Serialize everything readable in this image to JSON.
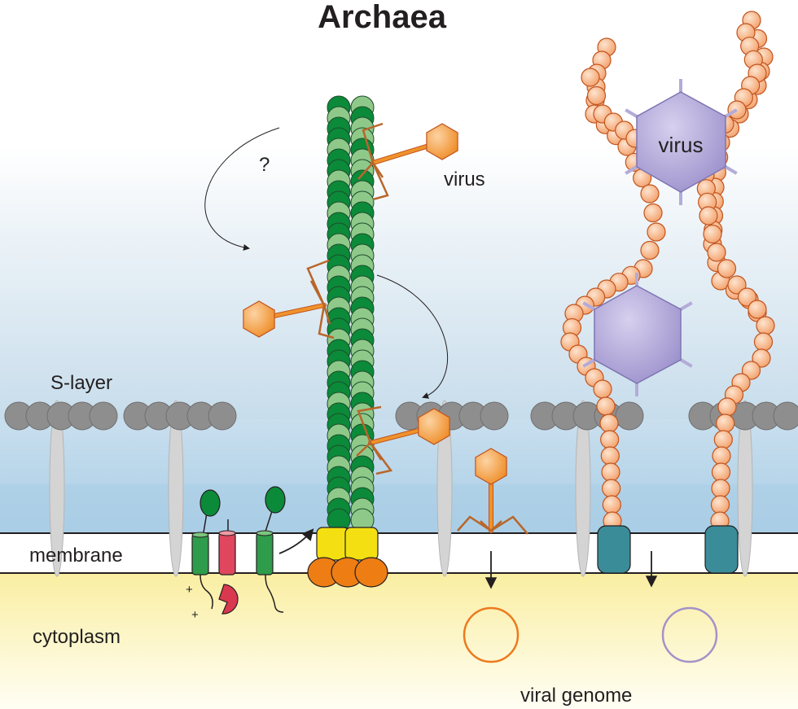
{
  "title": "Archaea",
  "labels": {
    "s_layer": "S-layer",
    "membrane": "membrane",
    "cytoplasm": "cytoplasm",
    "virus_tail": "virus",
    "virus_capsid": "virus",
    "viral_genome": "viral genome",
    "question": "?",
    "plus1": "+",
    "plus2": "+"
  },
  "colors": {
    "text": "#231f20",
    "pilin_dark": "#0b8a3a",
    "pilin_light": "#8fc98a",
    "virus_orange": "#f0922b",
    "bead_fill": "#f6b487",
    "bead_stroke": "#c2551f",
    "capsid": "#a79bd1",
    "slayer": "#8e8e8e",
    "atpase_yellow": "#f4e012",
    "atpase_orange": "#ee7d14",
    "anchor_teal": "#3b8c99",
    "genome_orange": "#ec7a1e",
    "genome_purple": "#a592c8",
    "cytoplasm": "#fbf2b7"
  },
  "icons": [
    "tailed-virus-icon",
    "icosahedral-virus-icon",
    "s-layer-protein-icon",
    "membrane-protein-icon"
  ]
}
